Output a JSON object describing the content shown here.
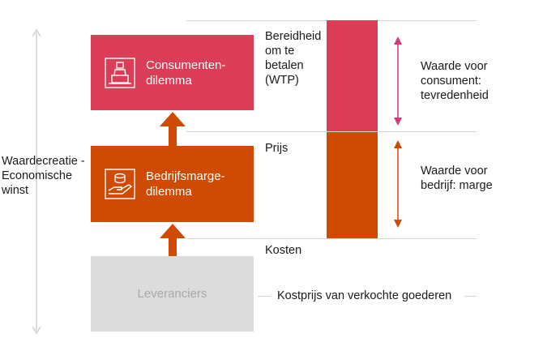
{
  "side_label": "Waardecreatie -\nEconomische\nwinst",
  "boxes": {
    "consumer": {
      "label": "Consumenten-\ndilemma",
      "color": "#db3c56"
    },
    "company": {
      "label": "Bedrijfsmarge-\ndilemma",
      "color": "#cf4a02"
    },
    "suppliers": {
      "label": "Leveranciers",
      "color": "#dcdcdc",
      "text_color": "#a8a8a8"
    }
  },
  "labels": {
    "wtp": "Bereidheid\nom te\nbetalen\n(WTP)",
    "price": "Prijs",
    "costs": "Kosten",
    "cogs": "Kostprijs van verkochte goederen"
  },
  "value_labels": {
    "consumer_value": "Waarde voor\nconsument:\ntevredenheid",
    "company_value": "Waarde voor\nbedrijf: marge"
  },
  "icons": {
    "consumer": "person-at-counter-icon",
    "company": "hand-with-coins-icon"
  },
  "colors": {
    "consumer_arrow": "#d63a7a",
    "company_arrow": "#cf4a02",
    "up_arrow": "#cf4a02",
    "guide_lines": "#d4d4d4",
    "side_arrow": "#d0d0d0"
  }
}
